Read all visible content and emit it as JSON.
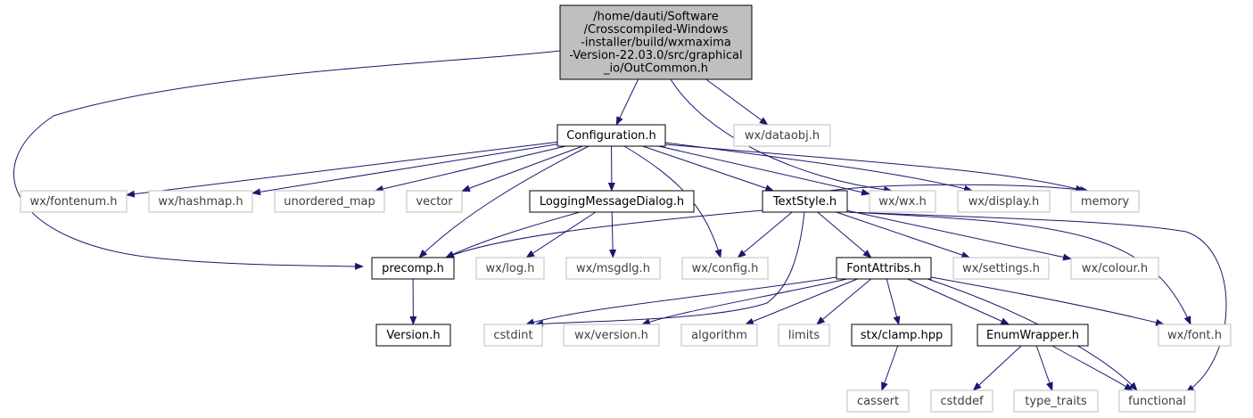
{
  "diagram": {
    "colors": {
      "edge": "#191970",
      "root_fill": "#bfbfbf",
      "internal_border": "#000000",
      "external_border": "#bfbfbf",
      "text_internal": "#000000",
      "text_external": "#3f3f3f",
      "background": "#ffffff"
    },
    "nodes": [
      {
        "id": "outcommon",
        "lines": [
          "/home/dauti/Software",
          "/Crosscompiled-Windows",
          "-installer/build/wxmaxima",
          "-Version-22.03.0/src/graphical",
          "_io/OutCommon.h"
        ],
        "kind": "root"
      },
      {
        "id": "configuration",
        "lines": [
          "Configuration.h"
        ],
        "kind": "internal"
      },
      {
        "id": "dataobj",
        "lines": [
          "wx/dataobj.h"
        ],
        "kind": "external"
      },
      {
        "id": "fontenum",
        "lines": [
          "wx/fontenum.h"
        ],
        "kind": "external"
      },
      {
        "id": "hashmap",
        "lines": [
          "wx/hashmap.h"
        ],
        "kind": "external"
      },
      {
        "id": "unordered_map",
        "lines": [
          "unordered_map"
        ],
        "kind": "external"
      },
      {
        "id": "vector",
        "lines": [
          "vector"
        ],
        "kind": "external"
      },
      {
        "id": "logging",
        "lines": [
          "LoggingMessageDialog.h"
        ],
        "kind": "internal"
      },
      {
        "id": "textstyle",
        "lines": [
          "TextStyle.h"
        ],
        "kind": "internal"
      },
      {
        "id": "wxwx",
        "lines": [
          "wx/wx.h"
        ],
        "kind": "external"
      },
      {
        "id": "display",
        "lines": [
          "wx/display.h"
        ],
        "kind": "external"
      },
      {
        "id": "memory",
        "lines": [
          "memory"
        ],
        "kind": "external"
      },
      {
        "id": "precomp",
        "lines": [
          "precomp.h"
        ],
        "kind": "internal"
      },
      {
        "id": "wxlog",
        "lines": [
          "wx/log.h"
        ],
        "kind": "external"
      },
      {
        "id": "msgdlg",
        "lines": [
          "wx/msgdlg.h"
        ],
        "kind": "external"
      },
      {
        "id": "config",
        "lines": [
          "wx/config.h"
        ],
        "kind": "external"
      },
      {
        "id": "fontattribs",
        "lines": [
          "FontAttribs.h"
        ],
        "kind": "internal"
      },
      {
        "id": "settings",
        "lines": [
          "wx/settings.h"
        ],
        "kind": "external"
      },
      {
        "id": "colour",
        "lines": [
          "wx/colour.h"
        ],
        "kind": "external"
      },
      {
        "id": "version",
        "lines": [
          "Version.h"
        ],
        "kind": "internal"
      },
      {
        "id": "cstdint",
        "lines": [
          "cstdint"
        ],
        "kind": "external"
      },
      {
        "id": "wxversion",
        "lines": [
          "wx/version.h"
        ],
        "kind": "external"
      },
      {
        "id": "algorithm",
        "lines": [
          "algorithm"
        ],
        "kind": "external"
      },
      {
        "id": "limits",
        "lines": [
          "limits"
        ],
        "kind": "external"
      },
      {
        "id": "clamp",
        "lines": [
          "stx/clamp.hpp"
        ],
        "kind": "internal"
      },
      {
        "id": "enumwrapper",
        "lines": [
          "EnumWrapper.h"
        ],
        "kind": "internal"
      },
      {
        "id": "wxfont",
        "lines": [
          "wx/font.h"
        ],
        "kind": "external"
      },
      {
        "id": "cassert",
        "lines": [
          "cassert"
        ],
        "kind": "external"
      },
      {
        "id": "cstddef",
        "lines": [
          "cstddef"
        ],
        "kind": "external"
      },
      {
        "id": "type_traits",
        "lines": [
          "type_traits"
        ],
        "kind": "external"
      },
      {
        "id": "functional",
        "lines": [
          "functional"
        ],
        "kind": "external"
      }
    ],
    "edges": [
      {
        "from": "outcommon",
        "to": "configuration"
      },
      {
        "from": "outcommon",
        "to": "dataobj"
      },
      {
        "from": "outcommon",
        "to": "wxwx"
      },
      {
        "from": "outcommon",
        "to": "precomp"
      },
      {
        "from": "configuration",
        "to": "fontenum"
      },
      {
        "from": "configuration",
        "to": "hashmap"
      },
      {
        "from": "configuration",
        "to": "unordered_map"
      },
      {
        "from": "configuration",
        "to": "vector"
      },
      {
        "from": "configuration",
        "to": "logging"
      },
      {
        "from": "configuration",
        "to": "textstyle"
      },
      {
        "from": "configuration",
        "to": "wxwx"
      },
      {
        "from": "configuration",
        "to": "display"
      },
      {
        "from": "configuration",
        "to": "memory"
      },
      {
        "from": "configuration",
        "to": "precomp"
      },
      {
        "from": "configuration",
        "to": "config"
      },
      {
        "from": "logging",
        "to": "precomp"
      },
      {
        "from": "logging",
        "to": "wxlog"
      },
      {
        "from": "logging",
        "to": "msgdlg"
      },
      {
        "from": "textstyle",
        "to": "precomp"
      },
      {
        "from": "textstyle",
        "to": "memory"
      },
      {
        "from": "textstyle",
        "to": "config"
      },
      {
        "from": "textstyle",
        "to": "fontattribs"
      },
      {
        "from": "textstyle",
        "to": "settings"
      },
      {
        "from": "textstyle",
        "to": "colour"
      },
      {
        "from": "textstyle",
        "to": "wxfont"
      },
      {
        "from": "textstyle",
        "to": "functional"
      },
      {
        "from": "textstyle",
        "to": "cstdint"
      },
      {
        "from": "precomp",
        "to": "version"
      },
      {
        "from": "fontattribs",
        "to": "cstdint"
      },
      {
        "from": "fontattribs",
        "to": "wxversion"
      },
      {
        "from": "fontattribs",
        "to": "algorithm"
      },
      {
        "from": "fontattribs",
        "to": "limits"
      },
      {
        "from": "fontattribs",
        "to": "clamp"
      },
      {
        "from": "fontattribs",
        "to": "enumwrapper"
      },
      {
        "from": "fontattribs",
        "to": "wxfont"
      },
      {
        "from": "fontattribs",
        "to": "functional"
      },
      {
        "from": "clamp",
        "to": "cassert"
      },
      {
        "from": "enumwrapper",
        "to": "cstddef"
      },
      {
        "from": "enumwrapper",
        "to": "type_traits"
      },
      {
        "from": "enumwrapper",
        "to": "functional"
      }
    ]
  }
}
